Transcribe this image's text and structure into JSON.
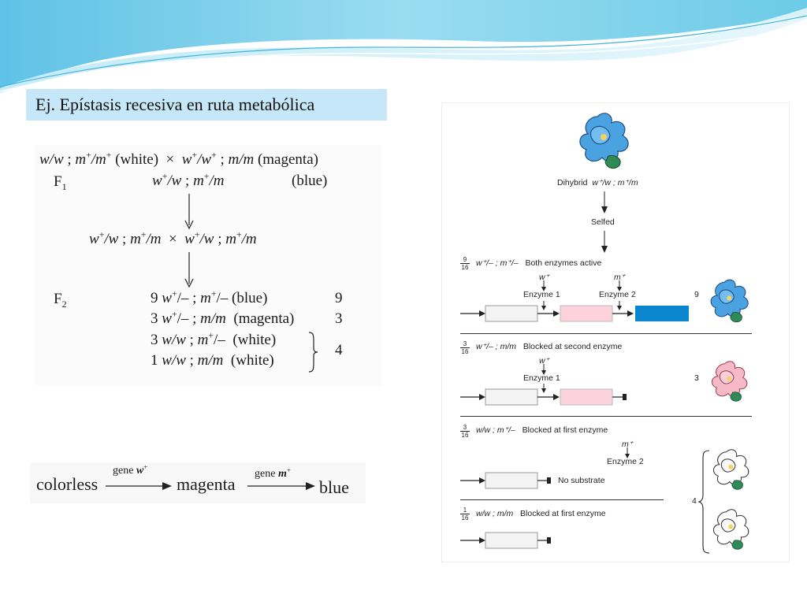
{
  "slide_title": "Ej. Epístasis recesiva en ruta metabólica",
  "cross": {
    "p_line": {
      "g1": "w/w",
      "sep1": ";",
      "g2": "m",
      "g2b": "/m",
      "ph1": "(white)",
      "times": "×",
      "g3": "w",
      "g3b": "/w",
      "sep2": ";",
      "g4": "m/m",
      "ph2": "(magenta)"
    },
    "f1": {
      "label": "F",
      "sub": "1",
      "g1": "w",
      "g1b": "/w",
      "sep": ";",
      "g2": "m",
      "g2b": "/m",
      "ph": "(blue)"
    },
    "self_line": {
      "g1": "w",
      "g1b": "/w",
      "sep1": ";",
      "g2": "m",
      "g2b": "/m",
      "times": "×",
      "g3": "w",
      "g3b": "/w",
      "sep2": ";",
      "g4": "m",
      "g4b": "/m"
    },
    "f2": {
      "label": "F",
      "sub": "2",
      "rows": [
        {
          "count": "9",
          "g1": "w",
          "g1b": "/–",
          "sep": ";",
          "g2": "m",
          "g2b": "/–",
          "ph": "(blue)",
          "n": "9"
        },
        {
          "count": "3",
          "g1": "w",
          "g1b": "/–",
          "sep": ";",
          "g2": "m/m",
          "ph": "(magenta)",
          "n": "3"
        },
        {
          "count": "3",
          "g1": "w/w",
          "sep": ";",
          "g2": "m",
          "g2b": "/–",
          "ph": "(white)"
        },
        {
          "count": "1",
          "g1": "w/w",
          "sep": ";",
          "g2": "m/m",
          "ph": "(white)"
        }
      ],
      "group_total": "4"
    }
  },
  "pathway": {
    "step1": "colorless",
    "gene1_word": "gene",
    "gene1": "w",
    "step2": "magenta",
    "gene2_word": "gene",
    "gene2": "m",
    "step3": "blue"
  },
  "figure": {
    "dihybrid_label": "Dihybrid",
    "dihybrid_geno": "w⁺/w ; m⁺/m",
    "selfed": "Selfed",
    "sections": [
      {
        "num": "9",
        "den": "16",
        "geno": "w⁺/– ; m⁺/–",
        "desc": "Both enzymes active",
        "gene1": "w⁺",
        "gene2": "m⁺",
        "enzyme1": "Enzyme 1",
        "enzyme2": "Enzyme 2",
        "count": "9"
      },
      {
        "num": "3",
        "den": "16",
        "geno": "w⁺/– ; m/m",
        "desc": "Blocked at second enzyme",
        "gene1": "w⁺",
        "enzyme1": "Enzyme 1",
        "count": "3"
      },
      {
        "num": "3",
        "den": "16",
        "geno": "w/w ; m⁺/–",
        "desc": "Blocked at first enzyme",
        "gene2": "m⁺",
        "enzyme2": "Enzyme 2",
        "no_substrate": "No substrate"
      },
      {
        "num": "1",
        "den": "16",
        "geno": "w/w ; m/m",
        "desc": "Blocked at first enzyme"
      }
    ],
    "bracket_count": "4"
  },
  "colors": {
    "title_bg": "#c6e7f8",
    "blue_product": "#0a86cf",
    "magenta_intermediate": "#fcd2dc",
    "colorless_precursor": "#f3f3f3",
    "flower_blue": "#4aa3e0",
    "flower_pink": "#f6b9c6",
    "leaf_green": "#2f8a55"
  }
}
